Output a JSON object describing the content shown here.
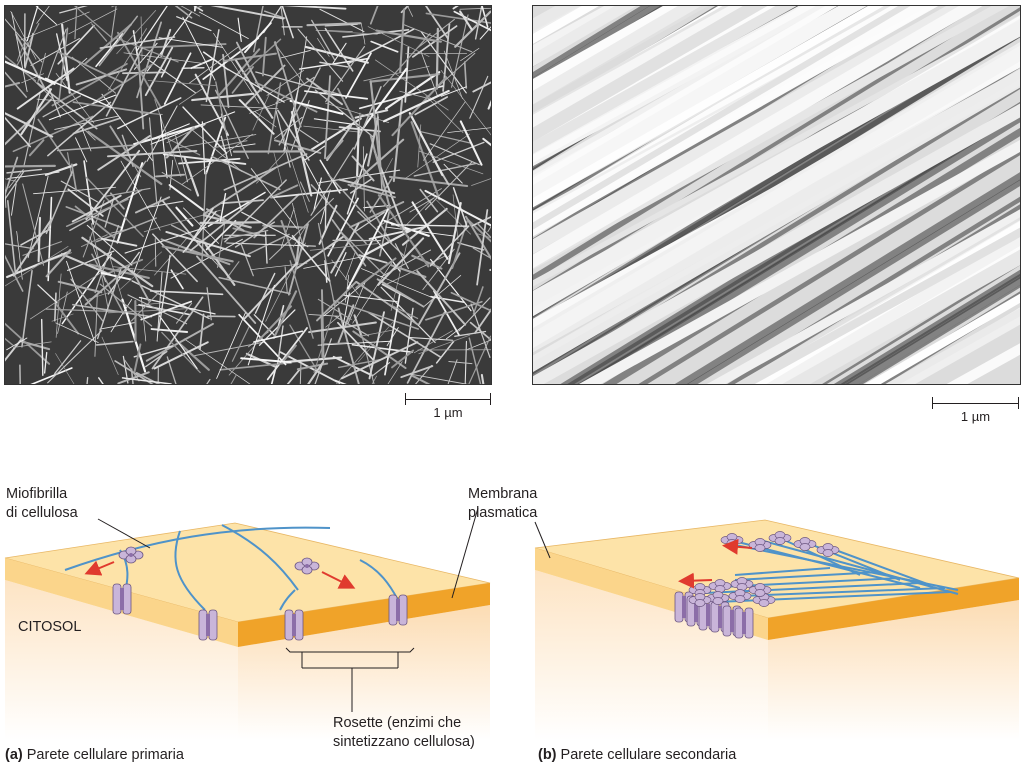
{
  "scale_bars": {
    "left": "1 µm",
    "right": "1 µm"
  },
  "panel_a": {
    "letter": "(a)",
    "caption": "Parete cellulare primaria",
    "labels": {
      "microfibril_line1": "Miofibrilla",
      "microfibril_line2": "di cellulosa",
      "cytosol": "CITOSOL",
      "rosettes_line1": "Rosette (enzimi che",
      "rosettes_line2": "sintetizzano cellulosa)"
    }
  },
  "panel_b": {
    "letter": "(b)",
    "caption": "Parete cellulare secondaria",
    "labels": {
      "membrane_line1": "Membrana",
      "membrane_line2": "plasmatica"
    }
  },
  "colors": {
    "membrane_top": "#fde3a8",
    "membrane_edge": "#f0a329",
    "cytosol": "#fde9cc",
    "fibril": "#4f93c9",
    "rosette": "#c9b5d9",
    "arrow": "#e03a2e"
  }
}
